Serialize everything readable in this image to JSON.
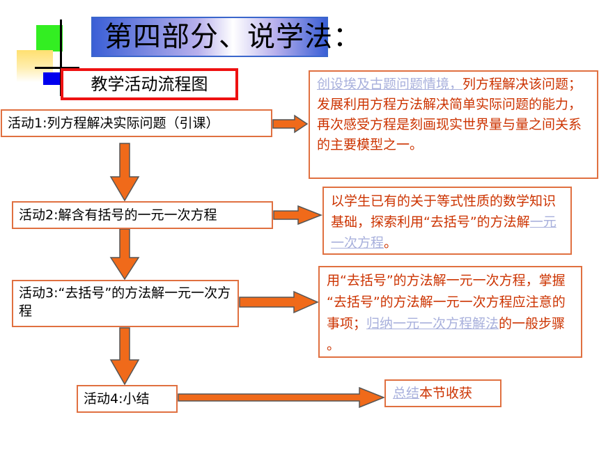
{
  "header": {
    "title": "第四部分、说学法："
  },
  "flow": {
    "title": "教学活动流程图",
    "activities": [
      {
        "label": "活动1:列方程解决实际问题（引课）"
      },
      {
        "label": "活动2:解含有括号的一元一次方程"
      },
      {
        "label": "活动3:“去括号”的方法解一元一次方程"
      },
      {
        "label": "活动4:小结"
      }
    ],
    "descriptions": [
      {
        "link": "创设埃及古题问题情境，",
        "text": "列方程解决该问题；发展利用方程方法解决简单实际问题的能力，再次感受方程是刻画现实世界量与量之间关系的主要模型之一。"
      },
      {
        "text_before": "以学生已有的关于等式性质的数学知识基础，探索利用“去括号”的方法解",
        "link": "一元一次方程",
        "text_after": "。"
      },
      {
        "text_before": "用“去括号”的方法解一元一次方程，掌握 “去括号”的方法解一元一次方程应注意的事项；",
        "link": "归纳一元一次方程解法",
        "text_after": "的一般步骤 。"
      },
      {
        "link": "总结",
        "text_after": "本节收获"
      }
    ]
  },
  "colors": {
    "arrow_fill": "#f06a1a",
    "arrow_stroke": "#555555",
    "box_border": "#e07040",
    "description_text": "#cc3300",
    "link_text": "#a8b0dc",
    "flow_title_border": "#ee1111"
  }
}
